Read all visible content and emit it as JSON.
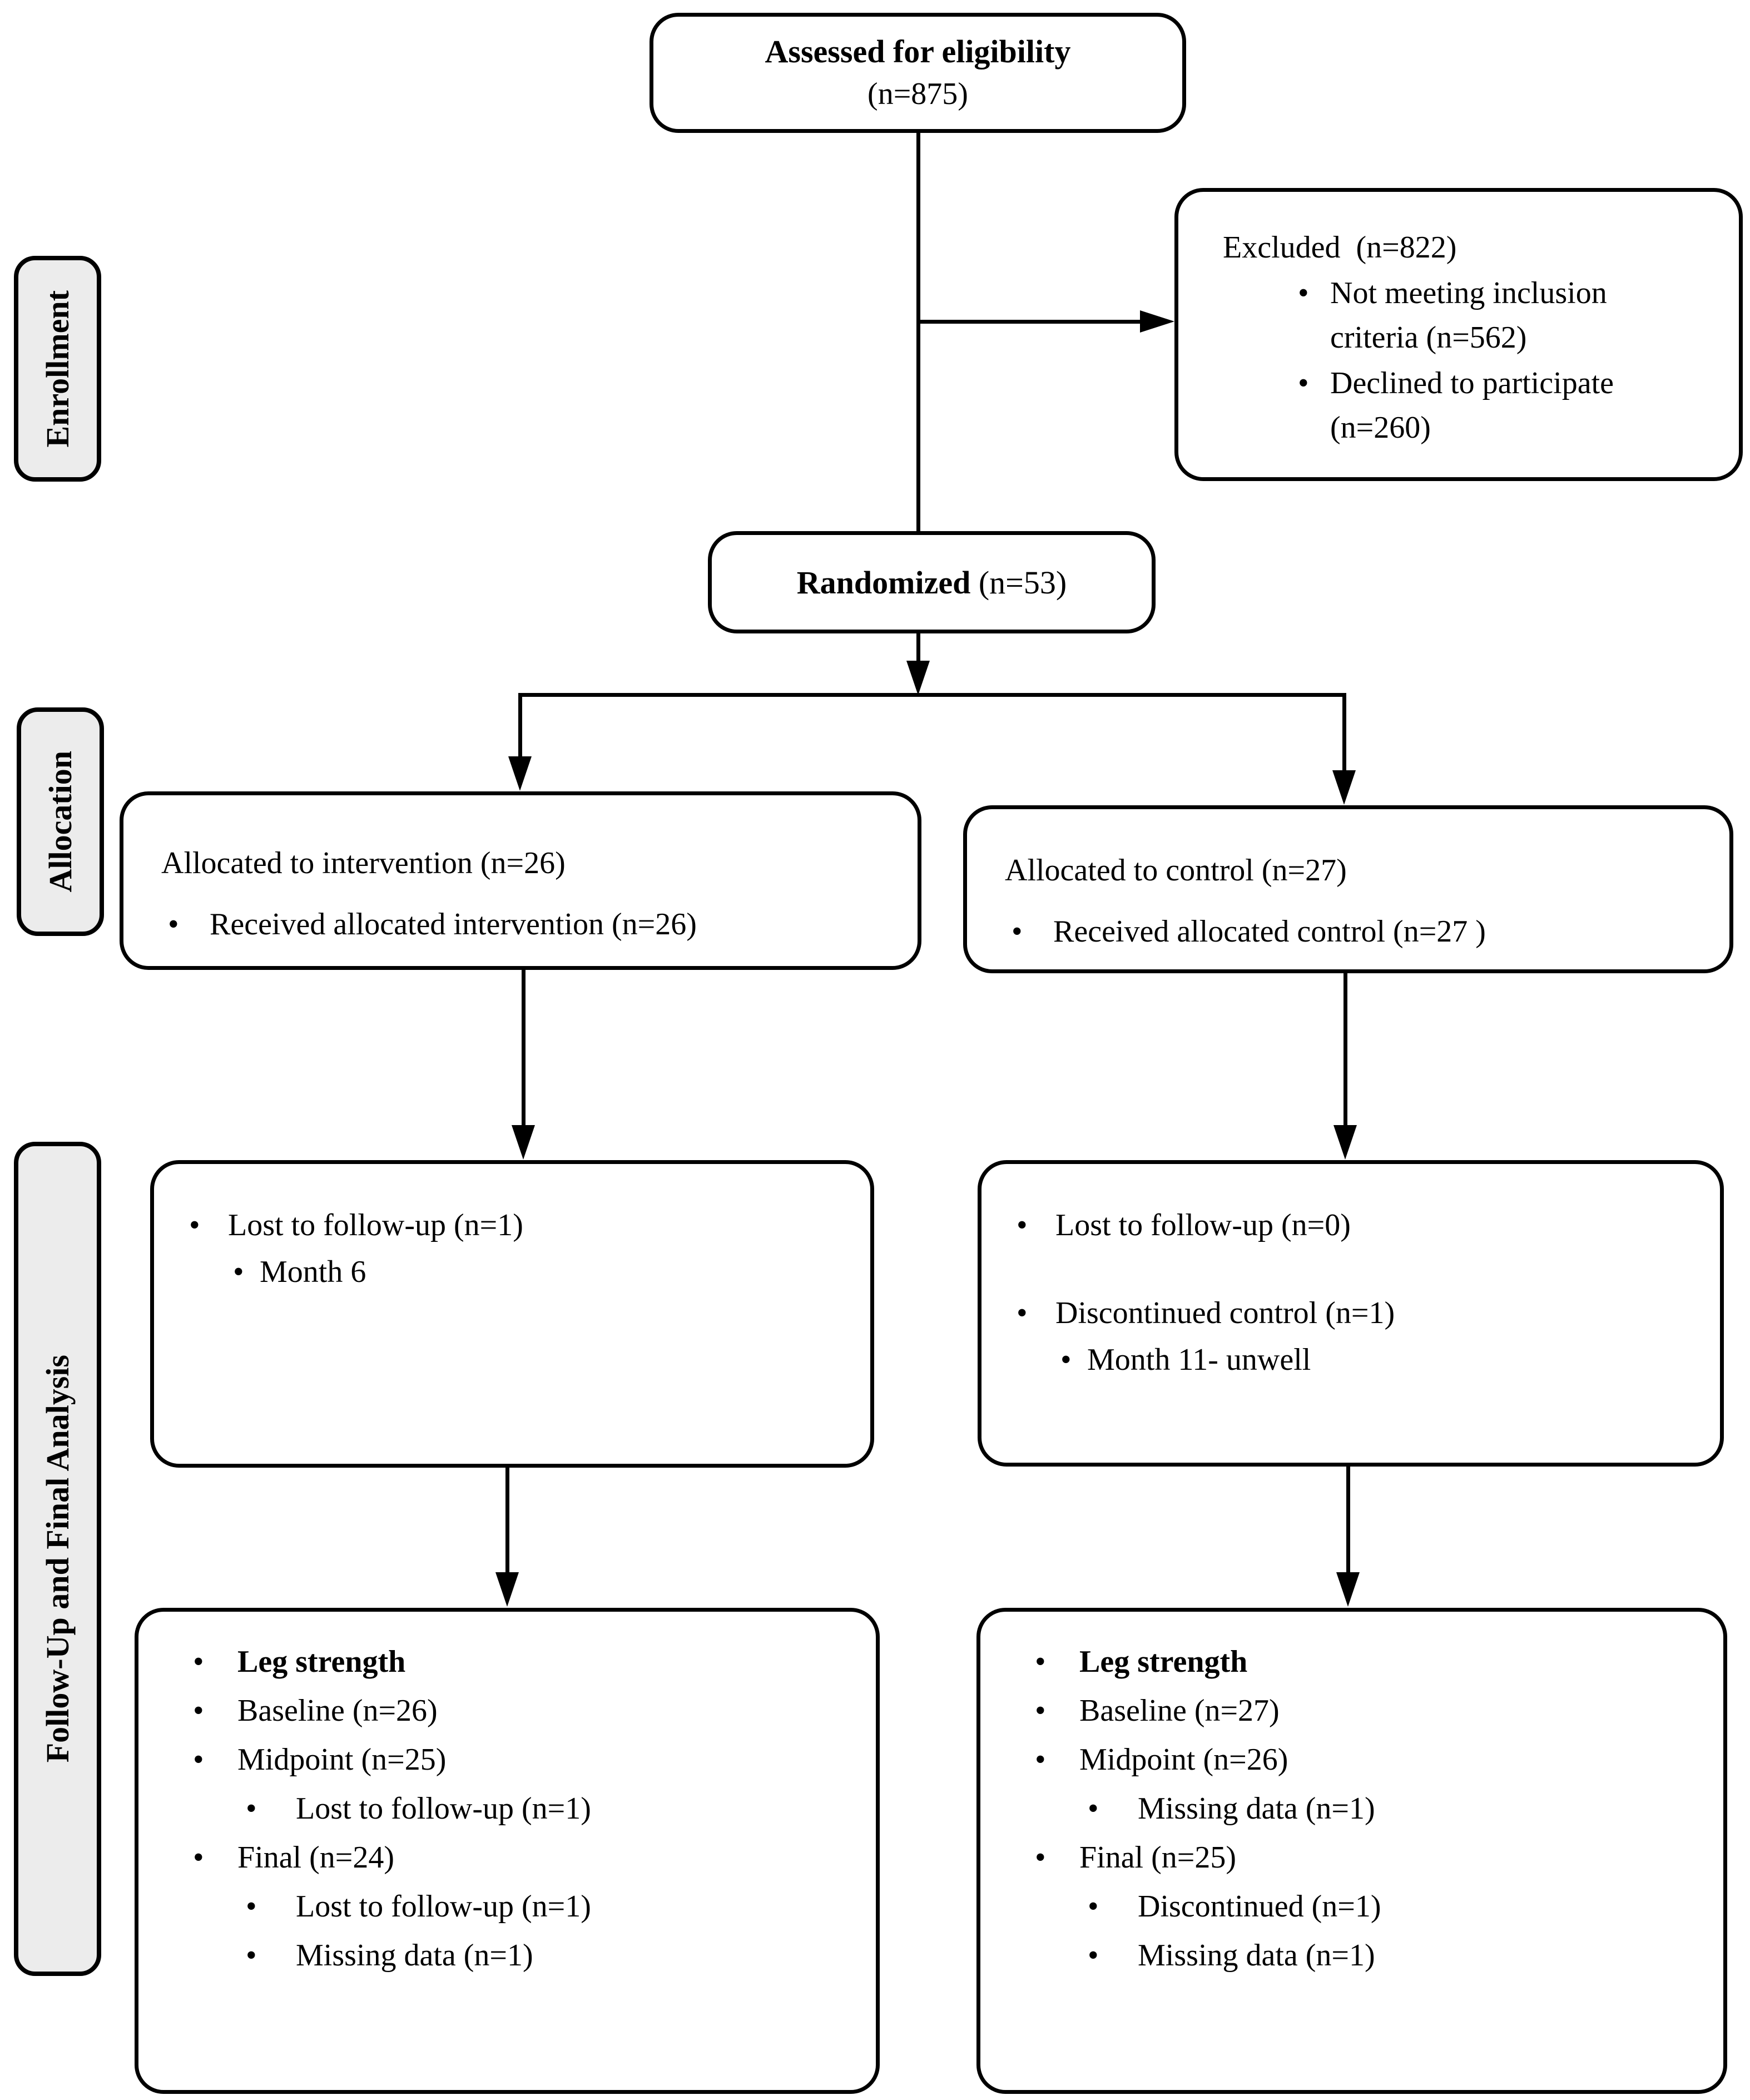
{
  "chars": {
    "bullet": "•"
  },
  "colors": {
    "line": "#000000",
    "label_fill": "#ececec",
    "box_fill": "#ffffff"
  },
  "side_labels": {
    "enrollment": "Enrollment",
    "allocation": "Allocation",
    "followup": "Follow-Up and Final Analysis"
  },
  "assessed": {
    "title": "Assessed for eligibility",
    "n": "(n=875)"
  },
  "excluded": {
    "title": "Excluded  (n=822)",
    "item1": "Not meeting inclusion criteria (n=562)",
    "item2": "Declined to participate (n=260)"
  },
  "randomized": {
    "title": "Randomized",
    "n": " (n=53)"
  },
  "allocation_left": {
    "title": "Allocated to intervention (n=26)",
    "item1": "Received allocated intervention (n=26)"
  },
  "allocation_right": {
    "title": "Allocated to control (n=27)",
    "item1": "Received allocated control (n=27 )"
  },
  "followup_left": {
    "item1": "Lost to follow-up (n=1)",
    "sub1": "Month 6"
  },
  "followup_right": {
    "item1": "Lost to follow-up (n=0)",
    "item2": "Discontinued control (n=1)",
    "sub2": "Month 11- unwell"
  },
  "final_left": {
    "header": "Leg strength",
    "item1": "Baseline (n=26)",
    "item2": "Midpoint (n=25)",
    "sub2": "Lost to follow-up (n=1)",
    "item3": "Final (n=24)",
    "sub3a": "Lost to follow-up (n=1)",
    "sub3b": "Missing data (n=1)"
  },
  "final_right": {
    "header": "Leg strength",
    "item1": "Baseline (n=27)",
    "item2": "Midpoint (n=26)",
    "sub2": "Missing data (n=1)",
    "item3": "Final (n=25)",
    "sub3a": "Discontinued (n=1)",
    "sub3b": "Missing data (n=1)"
  }
}
